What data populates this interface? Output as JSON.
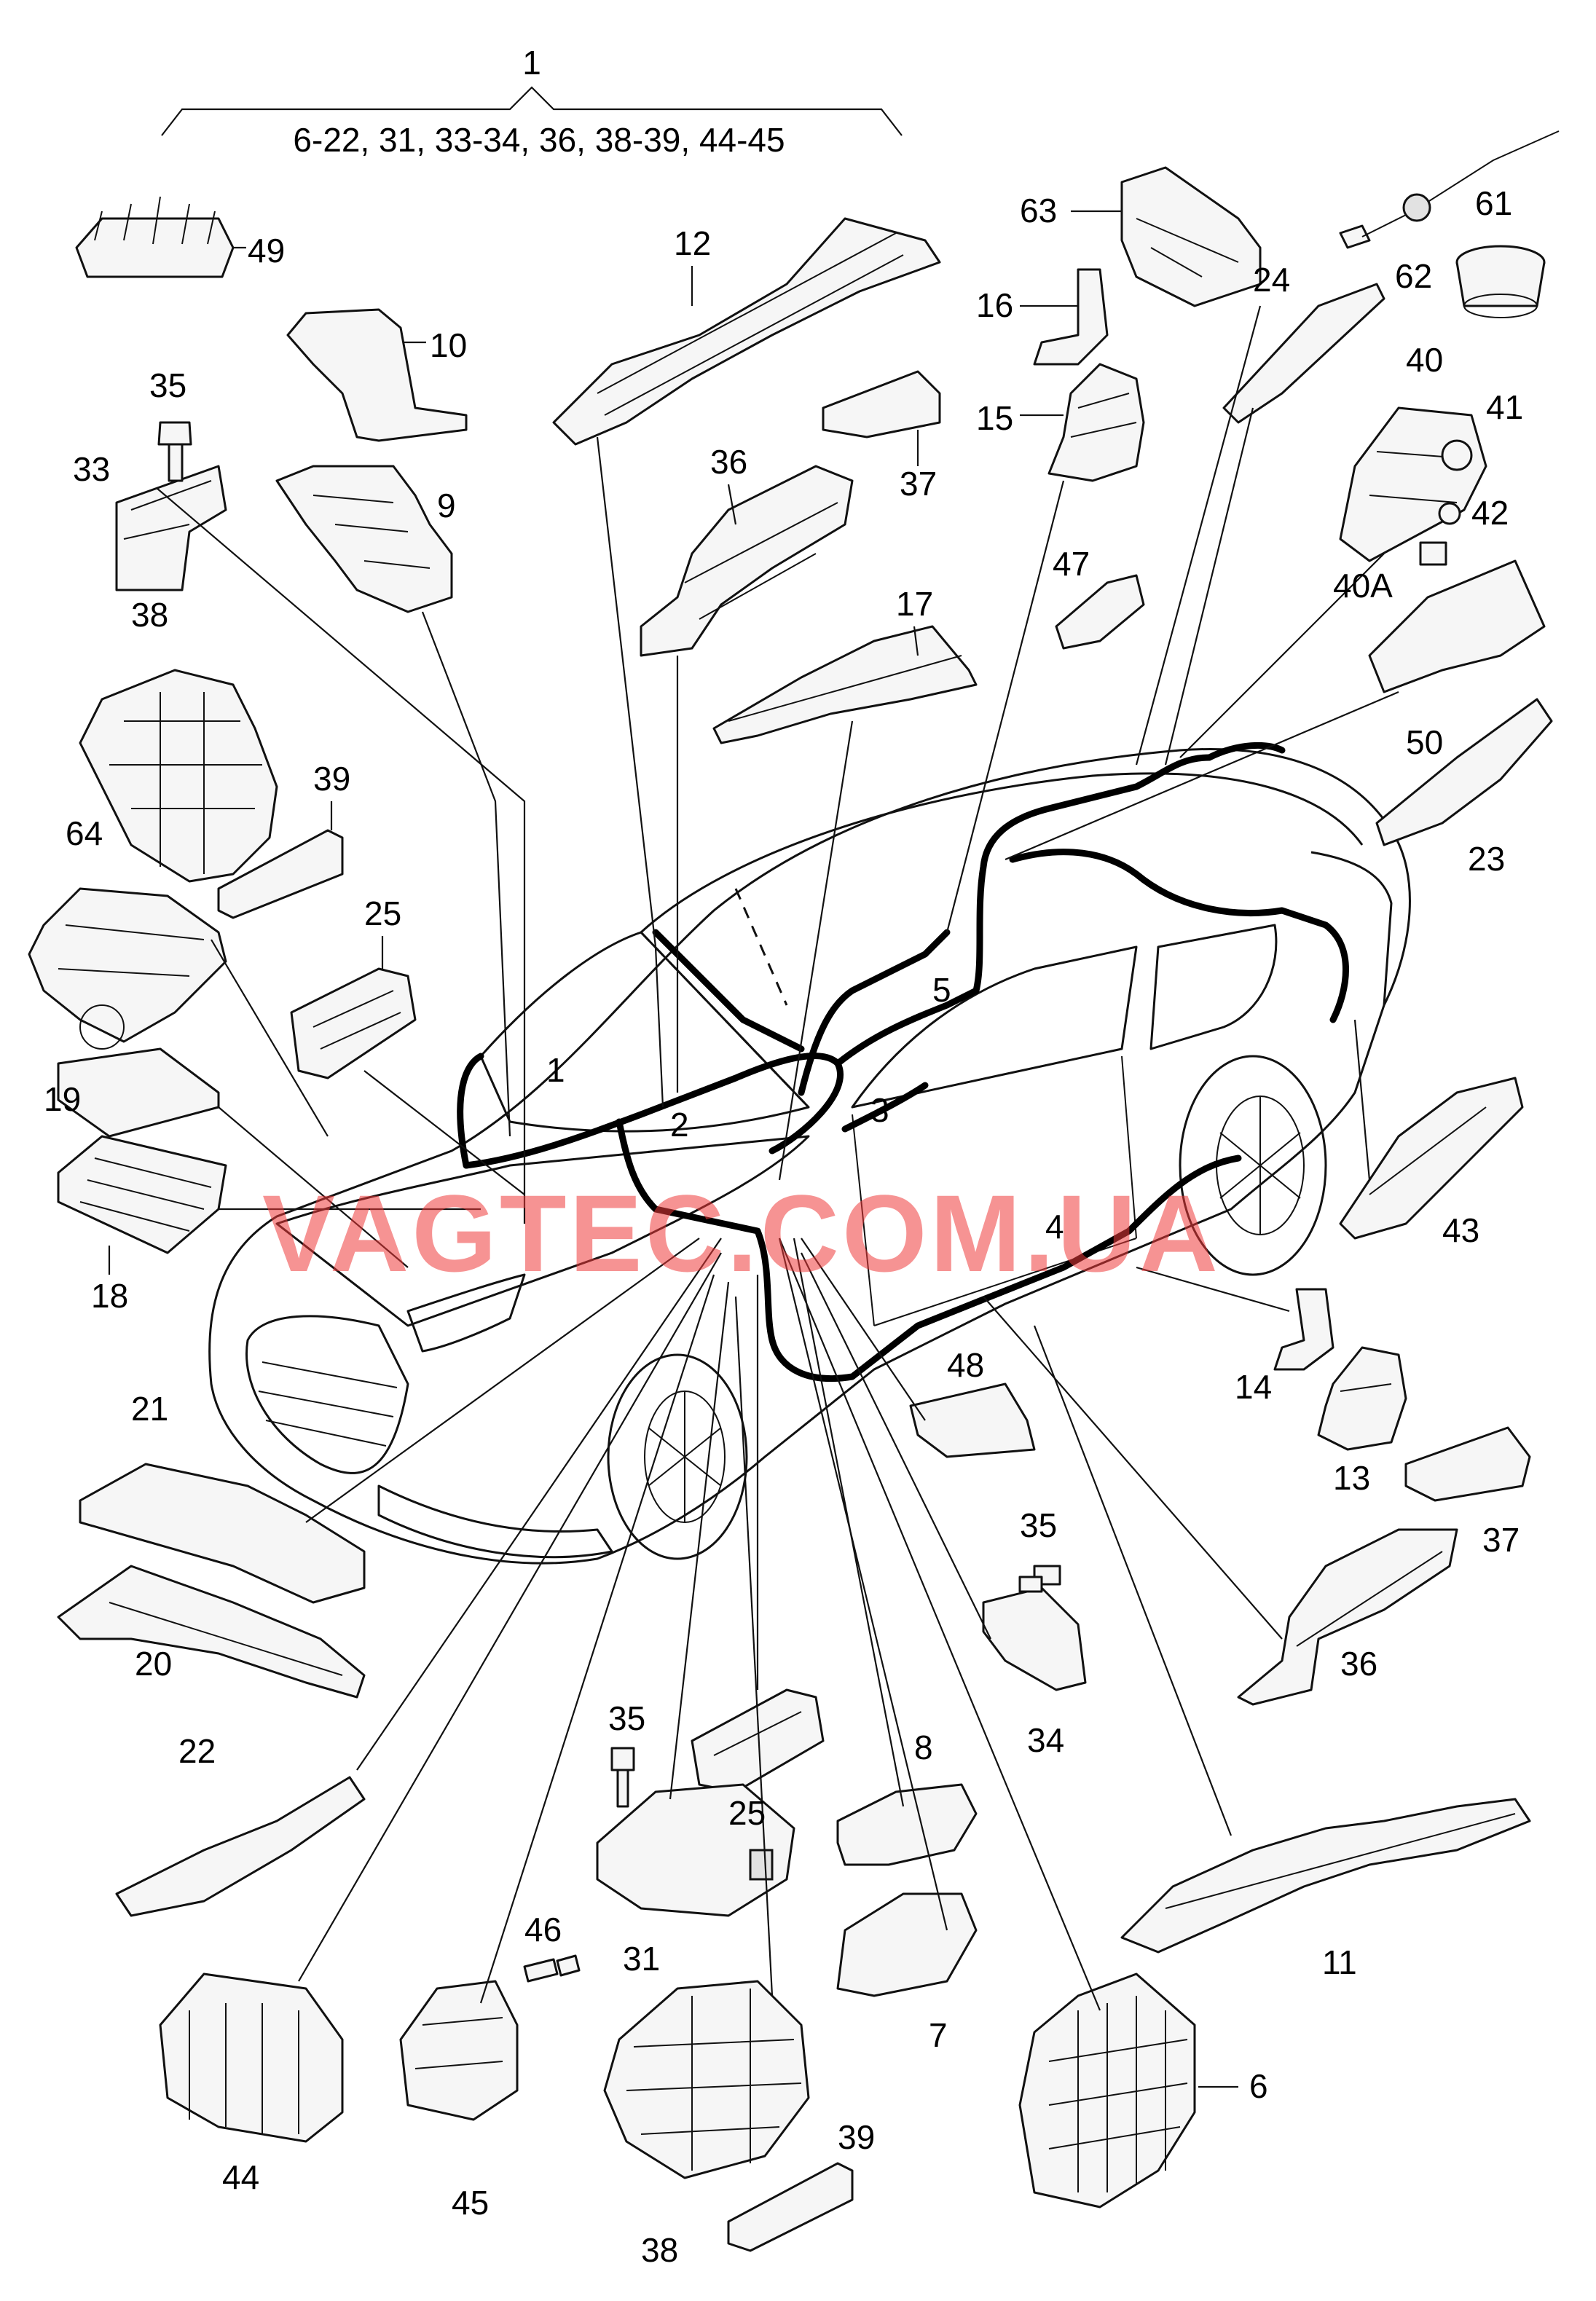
{
  "header": {
    "number": "1",
    "range": "6-22,  31,  33-34, 36, 38-39, 44-45"
  },
  "watermark": "VAGTEC.COM.UA",
  "callouts": {
    "c1": "1",
    "c2": "2",
    "c3": "3",
    "c4": "4",
    "c5": "5",
    "c6": "6",
    "c7": "7",
    "c8": "8",
    "c9": "9",
    "c10": "10",
    "c11": "11",
    "c12": "12",
    "c13": "13",
    "c14": "14",
    "c15": "15",
    "c16": "16",
    "c17": "17",
    "c18": "18",
    "c19": "19",
    "c20": "20",
    "c21": "21",
    "c22": "22",
    "c23": "23",
    "c24": "24",
    "c25a": "25",
    "c25b": "25",
    "c31": "31",
    "c33": "33",
    "c34": "34",
    "c35a": "35",
    "c35b": "35",
    "c35c": "35",
    "c36a": "36",
    "c36b": "36",
    "c37a": "37",
    "c37b": "37",
    "c38a": "38",
    "c38b": "38",
    "c39a": "39",
    "c39b": "39",
    "c40": "40",
    "c40a": "40A",
    "c41": "41",
    "c42": "42",
    "c43": "43",
    "c44": "44",
    "c45": "45",
    "c46": "46",
    "c47": "47",
    "c48": "48",
    "c49": "49",
    "c50": "50",
    "c61": "61",
    "c62": "62",
    "c63": "63",
    "c64": "64"
  }
}
